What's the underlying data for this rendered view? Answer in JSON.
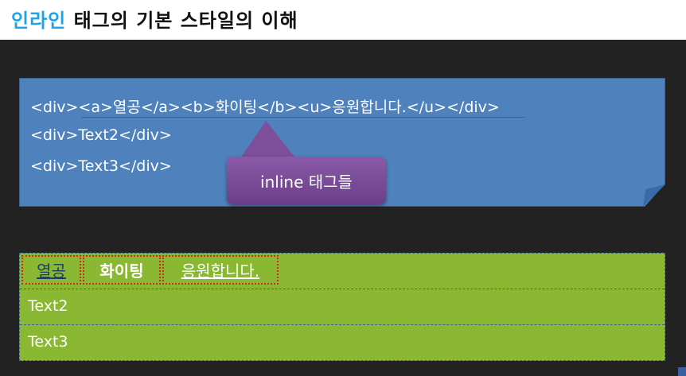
{
  "slide": {
    "title_accent": "인라인",
    "title_rest": " 태그의 기본 스타일의 이해"
  },
  "code": {
    "line1": "<div><a>열공</a><b>화이팅</b><u>응원합니다.</u></div>",
    "line2": "<div>Text2</div>",
    "line3": "<div>Text3</div>"
  },
  "callout": {
    "label": "inline 태그들"
  },
  "result": {
    "row1": {
      "a_text": "열공",
      "b_text": "화이팅",
      "u_text": "응원합니다."
    },
    "row2": "Text2",
    "row3": "Text3"
  },
  "colors": {
    "title_accent": "#1fa3e8",
    "code_box": "#4f81bd",
    "callout": "#7d4f9a",
    "result_box": "#8ab833",
    "inline_border": "#d02a1e",
    "row_border": "#3c5f9f"
  }
}
